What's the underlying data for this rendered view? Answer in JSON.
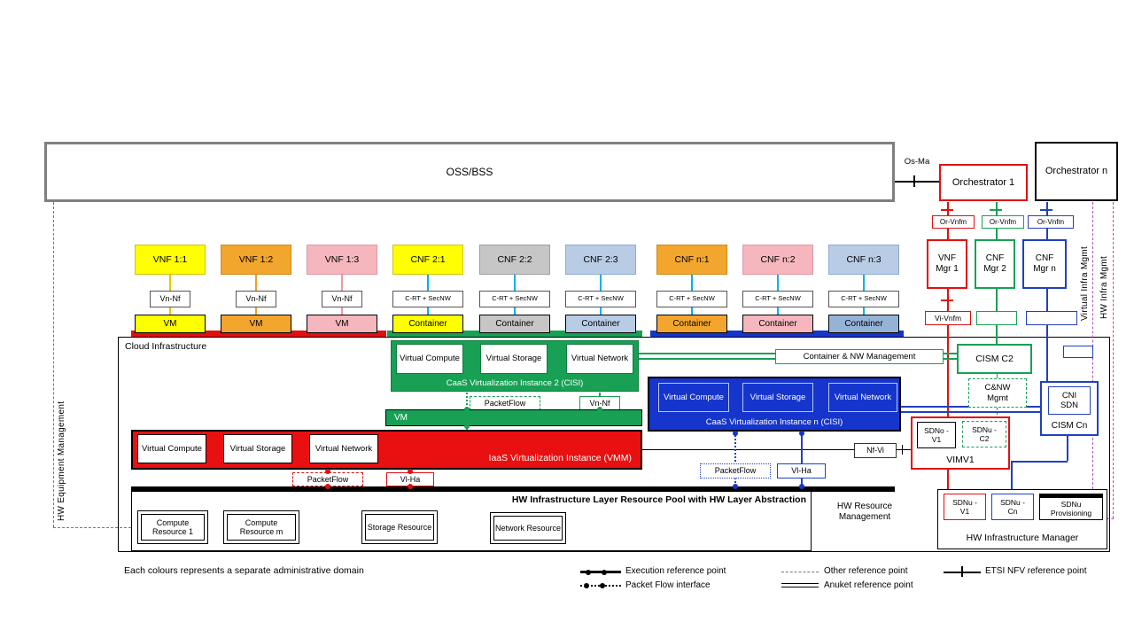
{
  "colors": {
    "red": "#e01010",
    "green": "#18a054",
    "blue": "#1535cc",
    "cyan": "#00b0f0",
    "purple": "#b050b0",
    "yellow": "#ffff00",
    "orange": "#f2a62e",
    "pink": "#f5b7bd",
    "gray": "#c6c6c6",
    "light_blue": "#b9cce6",
    "medium_blue": "#95b3d7"
  },
  "oss_bss": "OSS/BSS",
  "os_ma": "Os-Ma",
  "orchestrator1": "Orchestrator 1",
  "orchestrator_n": "Orchestrator n",
  "or_vnfm": {
    "v": "Or-Vnfm",
    "c2": "Or-Vnfm",
    "cn": "Or-Vnfm"
  },
  "managers": {
    "vnf1": "VNF Mgr 1",
    "cnf2": "CNF Mgr 2",
    "cnfn": "CNF Mgr n"
  },
  "vi_vnfm": "Vi-Vnfm",
  "columns": [
    {
      "nf": "VNF 1:1",
      "iface": "Vn-Nf",
      "unit": "VM"
    },
    {
      "nf": "VNF 1:2",
      "iface": "Vn-Nf",
      "unit": "VM"
    },
    {
      "nf": "VNF 1:3",
      "iface": "Vn-Nf",
      "unit": "VM"
    },
    {
      "nf": "CNF 2:1",
      "iface": "C-RT + SecNW",
      "unit": "Container"
    },
    {
      "nf": "CNF 2:2",
      "iface": "C-RT + SecNW",
      "unit": "Container"
    },
    {
      "nf": "CNF 2:3",
      "iface": "C-RT + SecNW",
      "unit": "Container"
    },
    {
      "nf": "CNF n:1",
      "iface": "C-RT + SecNW",
      "unit": "Container"
    },
    {
      "nf": "CNF n:2",
      "iface": "C-RT + SecNW",
      "unit": "Container"
    },
    {
      "nf": "CNF n:3",
      "iface": "C-RT + SecNW",
      "unit": "Container"
    }
  ],
  "cloud_label": "Cloud Infrastructure",
  "caas2": {
    "boxes": [
      "Virtual Compute",
      "Virtual Storage",
      "Virtual Network"
    ],
    "title": "CaaS Virtualization Instance 2 (CISI)",
    "packetflow": "PacketFlow",
    "vn_nf": "Vn-Nf",
    "vm": "VM"
  },
  "caasn": {
    "boxes": [
      "Virtual Compute",
      "Virtual Storage",
      "Virtual Network"
    ],
    "title": "CaaS Virtualization Instance n (CISI)",
    "packetflow": "PacketFlow",
    "vl_ha": "Vl-Ha"
  },
  "iaas": {
    "boxes": [
      "Virtual Compute",
      "Virtual Storage",
      "Virtual Network"
    ],
    "title": "IaaS Virtualization Instance (VMM)",
    "packetflow": "PacketFlow",
    "vl_ha": "Vl-Ha"
  },
  "mgmt": {
    "container_nw": "Container & NW Management",
    "cism_c2": "CISM C2",
    "cnw_mgmt": "C&NW Mgmt",
    "cni_sdn": "CNI SDN",
    "cism_cn": "CISM Cn",
    "nf_vi": "Nf-Vi",
    "sdno_v1": "SDNo -V1",
    "sdnu_c2": "SDNu -C2",
    "vim": "VIMV1"
  },
  "hw": {
    "pool_title": "HW Infrastructure Layer Resource Pool with HW Layer Abstraction",
    "resources": [
      "Compute Resource 1",
      "Compute Resource m",
      "Storage Resource",
      "Network Resource"
    ],
    "resource_mgmt": "HW Resource Management",
    "manager": "HW Infrastructure Manager",
    "sdnu_v1": "SDNu -V1",
    "sdnu_cn": "SDNu -Cn",
    "sdnu_prov": "SDNu Provisioning"
  },
  "side_labels": {
    "left": "HW Equipment Management",
    "virtual_infra": "Virtual Infra Mgmt",
    "hw_infra": "HW Infra Mgmt"
  },
  "legend": {
    "domain_note": "Each colours represents a separate administrative domain",
    "execution": "Execution reference point",
    "packet_flow": "Packet Flow interface",
    "other": "Other reference point",
    "anuket": "Anuket reference point",
    "etsi": "ETSI NFV reference point"
  }
}
